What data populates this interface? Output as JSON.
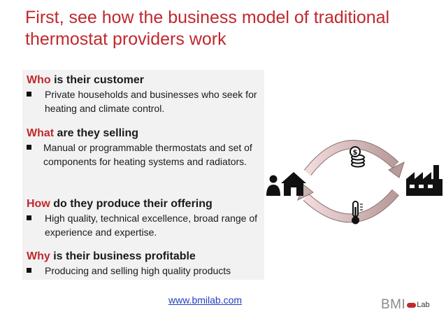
{
  "slide": {
    "title": "First, see how the business model of traditional thermostat providers work"
  },
  "sections": [
    {
      "keyword": "Who",
      "rest": " is their customer",
      "bullet": "Private households and businesses who seek for heating and climate control."
    },
    {
      "keyword": "What",
      "rest": " are they selling",
      "bullet": "Manual or programmable thermostats and set of components for heating systems and radiators."
    },
    {
      "keyword": "How",
      "rest": " do they produce their offering",
      "bullet": "High quality, technical excellence, broad range of experience and expertise."
    },
    {
      "keyword": "Why",
      "rest": " is their business profitable",
      "bullet": "Producing and selling high quality products"
    }
  ],
  "footer": {
    "url": "www.bmilab.com",
    "logo_main": "BMI",
    "logo_sub": "Lab"
  },
  "diagram": {
    "icons": [
      "customer-home-icon",
      "money-coins-icon",
      "thermometer-icon",
      "factory-icon"
    ]
  },
  "colors": {
    "accent": "#c0282d",
    "panel": "#f2f2f2",
    "link": "#1f3fbf"
  }
}
